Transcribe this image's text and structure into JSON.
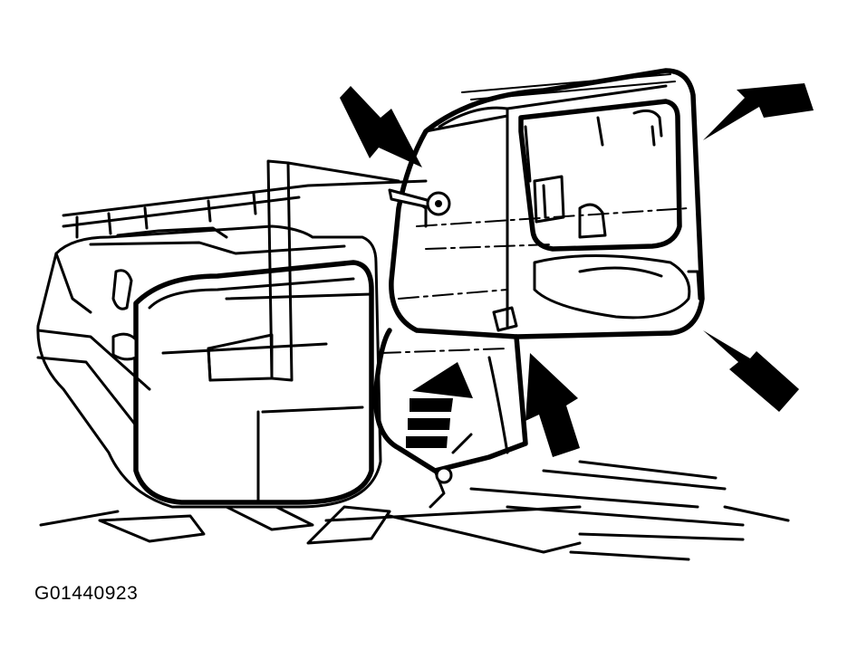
{
  "figure": {
    "id_label": "G01440923",
    "ink_color": "#000000",
    "background_color": "#ffffff"
  },
  "callouts": [
    {
      "name": "upper-left-arrow",
      "points_to": "housing-fastener"
    },
    {
      "name": "upper-right-arrow",
      "points_to": "housing-top-edge"
    },
    {
      "name": "lower-right-arrow",
      "points_to": "housing-lower-flange"
    },
    {
      "name": "center-up-arrow",
      "points_to": "housing-lower-clip"
    },
    {
      "name": "left-striped-arrow",
      "points_to": "housing-lower-seam"
    }
  ]
}
